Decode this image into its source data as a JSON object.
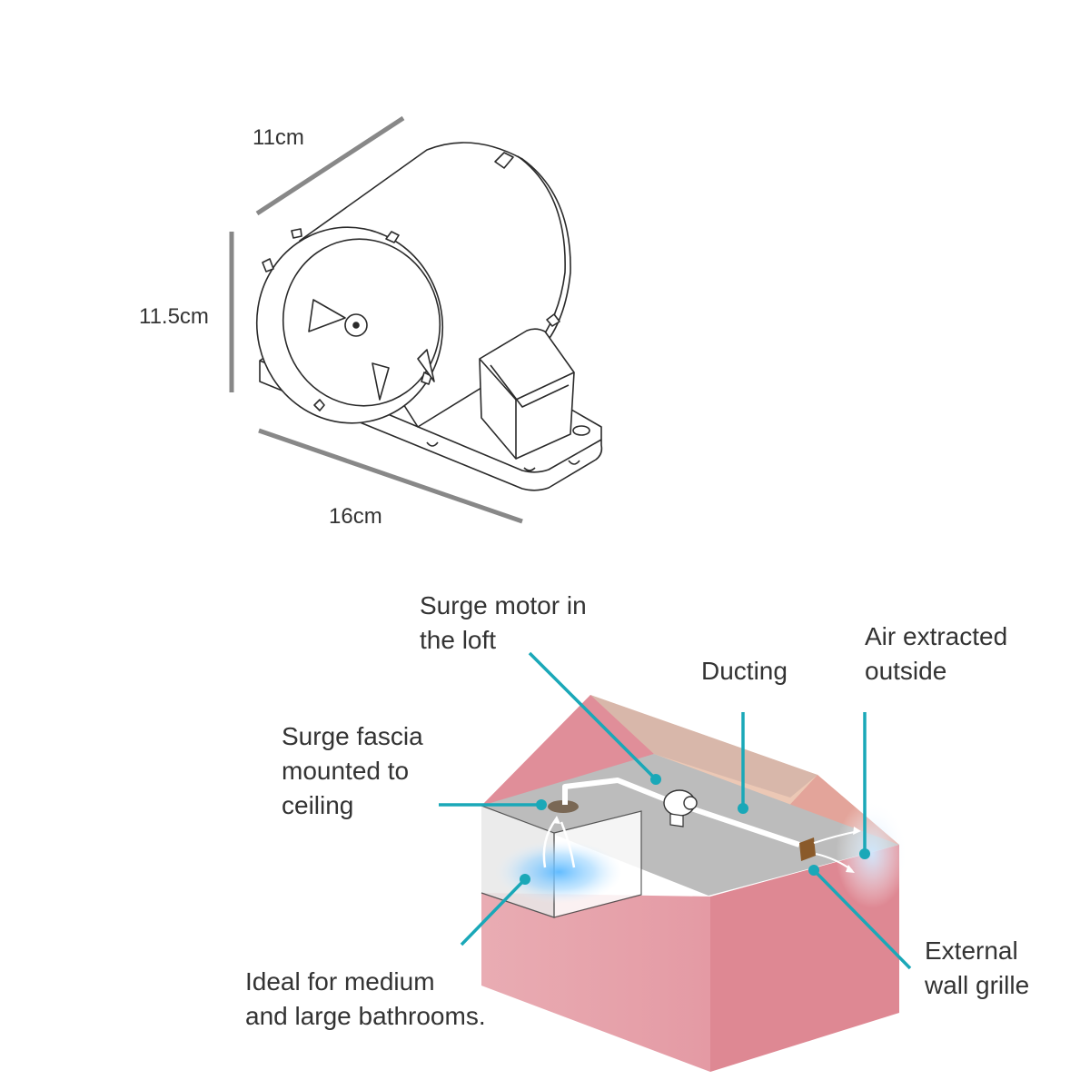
{
  "colors": {
    "teal": "#1aa8b8",
    "dimension_bar": "#888888",
    "house_wall_front": "#e8a8b0",
    "house_wall_side": "#df8a96",
    "roof_pink": "#e08e99",
    "roof_back": "#ecc8b5",
    "ceiling_gray": "#bdbdbd",
    "glow_blue": "#7ec8ff",
    "grille_brown": "#8a5a2a"
  },
  "dimensions": {
    "depth": "11cm",
    "height": "11.5cm",
    "length": "16cm"
  },
  "labels": {
    "motor": [
      "Surge motor in",
      "the loft"
    ],
    "ducting": "Ducting",
    "air": [
      "Air extracted",
      "outside"
    ],
    "fascia": [
      "Surge fascia",
      "mounted to",
      "ceiling"
    ],
    "ideal": [
      "Ideal for medium",
      "and large bathrooms."
    ],
    "grille": [
      "External",
      "wall grille"
    ]
  }
}
